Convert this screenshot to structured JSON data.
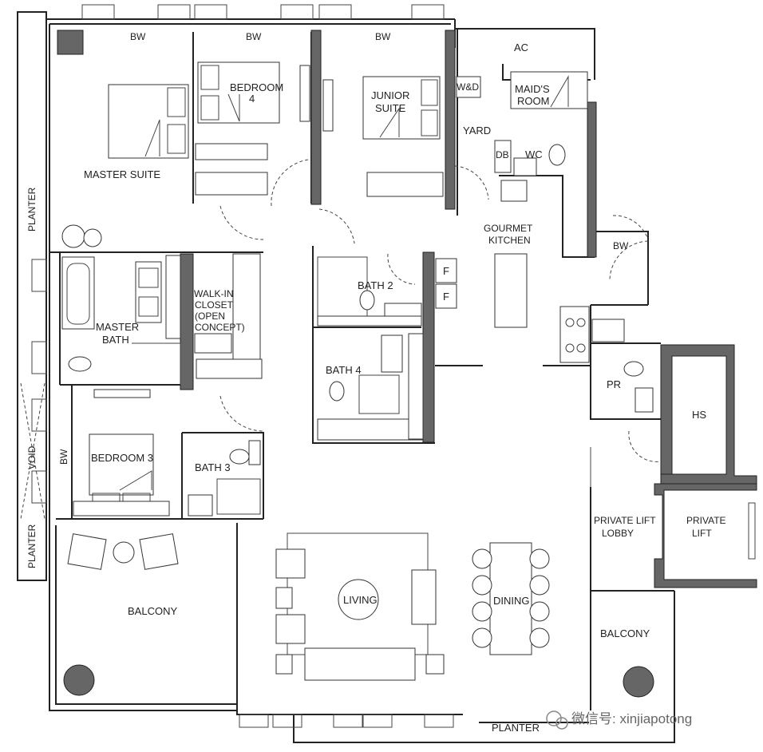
{
  "rooms": {
    "master_suite": "MASTER SUITE",
    "bedroom4_l1": "BEDROOM",
    "bedroom4_l2": "4",
    "junior_l1": "JUNIOR",
    "junior_l2": "SUITE",
    "wd": "W&D",
    "maids_l1": "MAID'S",
    "maids_l2": "ROOM",
    "yard": "YARD",
    "db": "DB",
    "wc": "WC",
    "ac": "AC",
    "kitchen_l1": "GOURMET",
    "kitchen_l2": "KITCHEN",
    "planter_left": "PLANTER",
    "planter_left_low": "PLANTER",
    "planter_bottom": "PLANTER",
    "walkin_l1": "WALK-IN",
    "walkin_l2": "CLOSET",
    "walkin_l3": "(OPEN",
    "walkin_l4": "CONCEPT)",
    "master_bath_l1": "MASTER",
    "master_bath_l2": "BATH",
    "bath2": "BATH  2",
    "bath4": "BATH  4",
    "bath3": "BATH  3",
    "bedroom3": "BEDROOM  3",
    "fridge": "F",
    "pr": "PR",
    "hs": "HS",
    "lobby_l1": "PRIVATE  LIFT",
    "lobby_l2": "LOBBY",
    "lift_l1": "PRIVATE",
    "lift_l2": "LIFT",
    "balcony_left": "BALCONY",
    "balcony_right": "BALCONY",
    "living": "LIVING",
    "dining": "DINING",
    "void": "VOID",
    "bw": "BW"
  },
  "watermark": "微信号: xinjiapotong"
}
